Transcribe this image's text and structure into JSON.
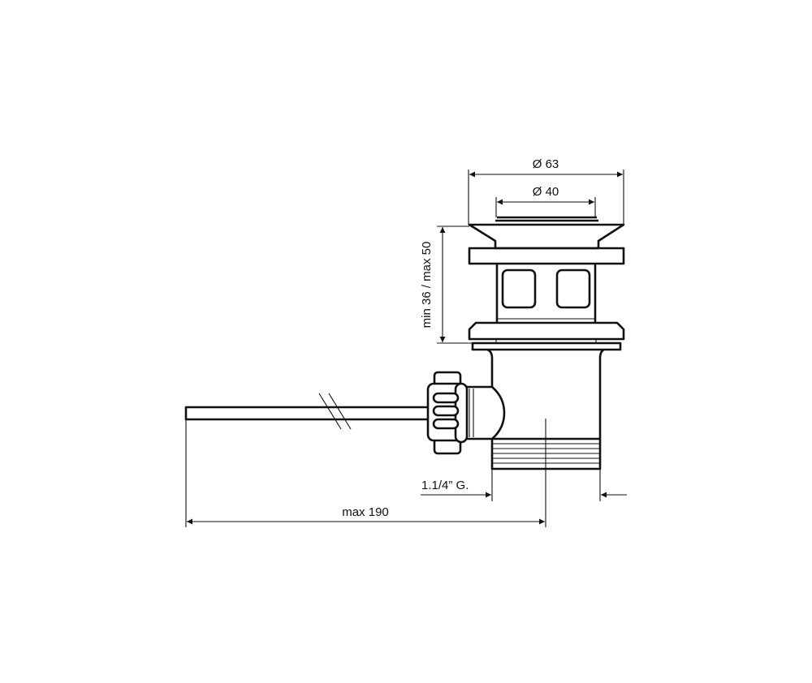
{
  "drawing": {
    "subject": "pop-up waste valve with lever rod",
    "dimensions": {
      "outer_diameter": "Ø 63",
      "inner_diameter": "Ø 40",
      "height_range": "min 36 / max 50",
      "thread": "1.1/4” G.",
      "rod_length": "max 190"
    },
    "line_color": "#111111",
    "background": "#ffffff"
  }
}
